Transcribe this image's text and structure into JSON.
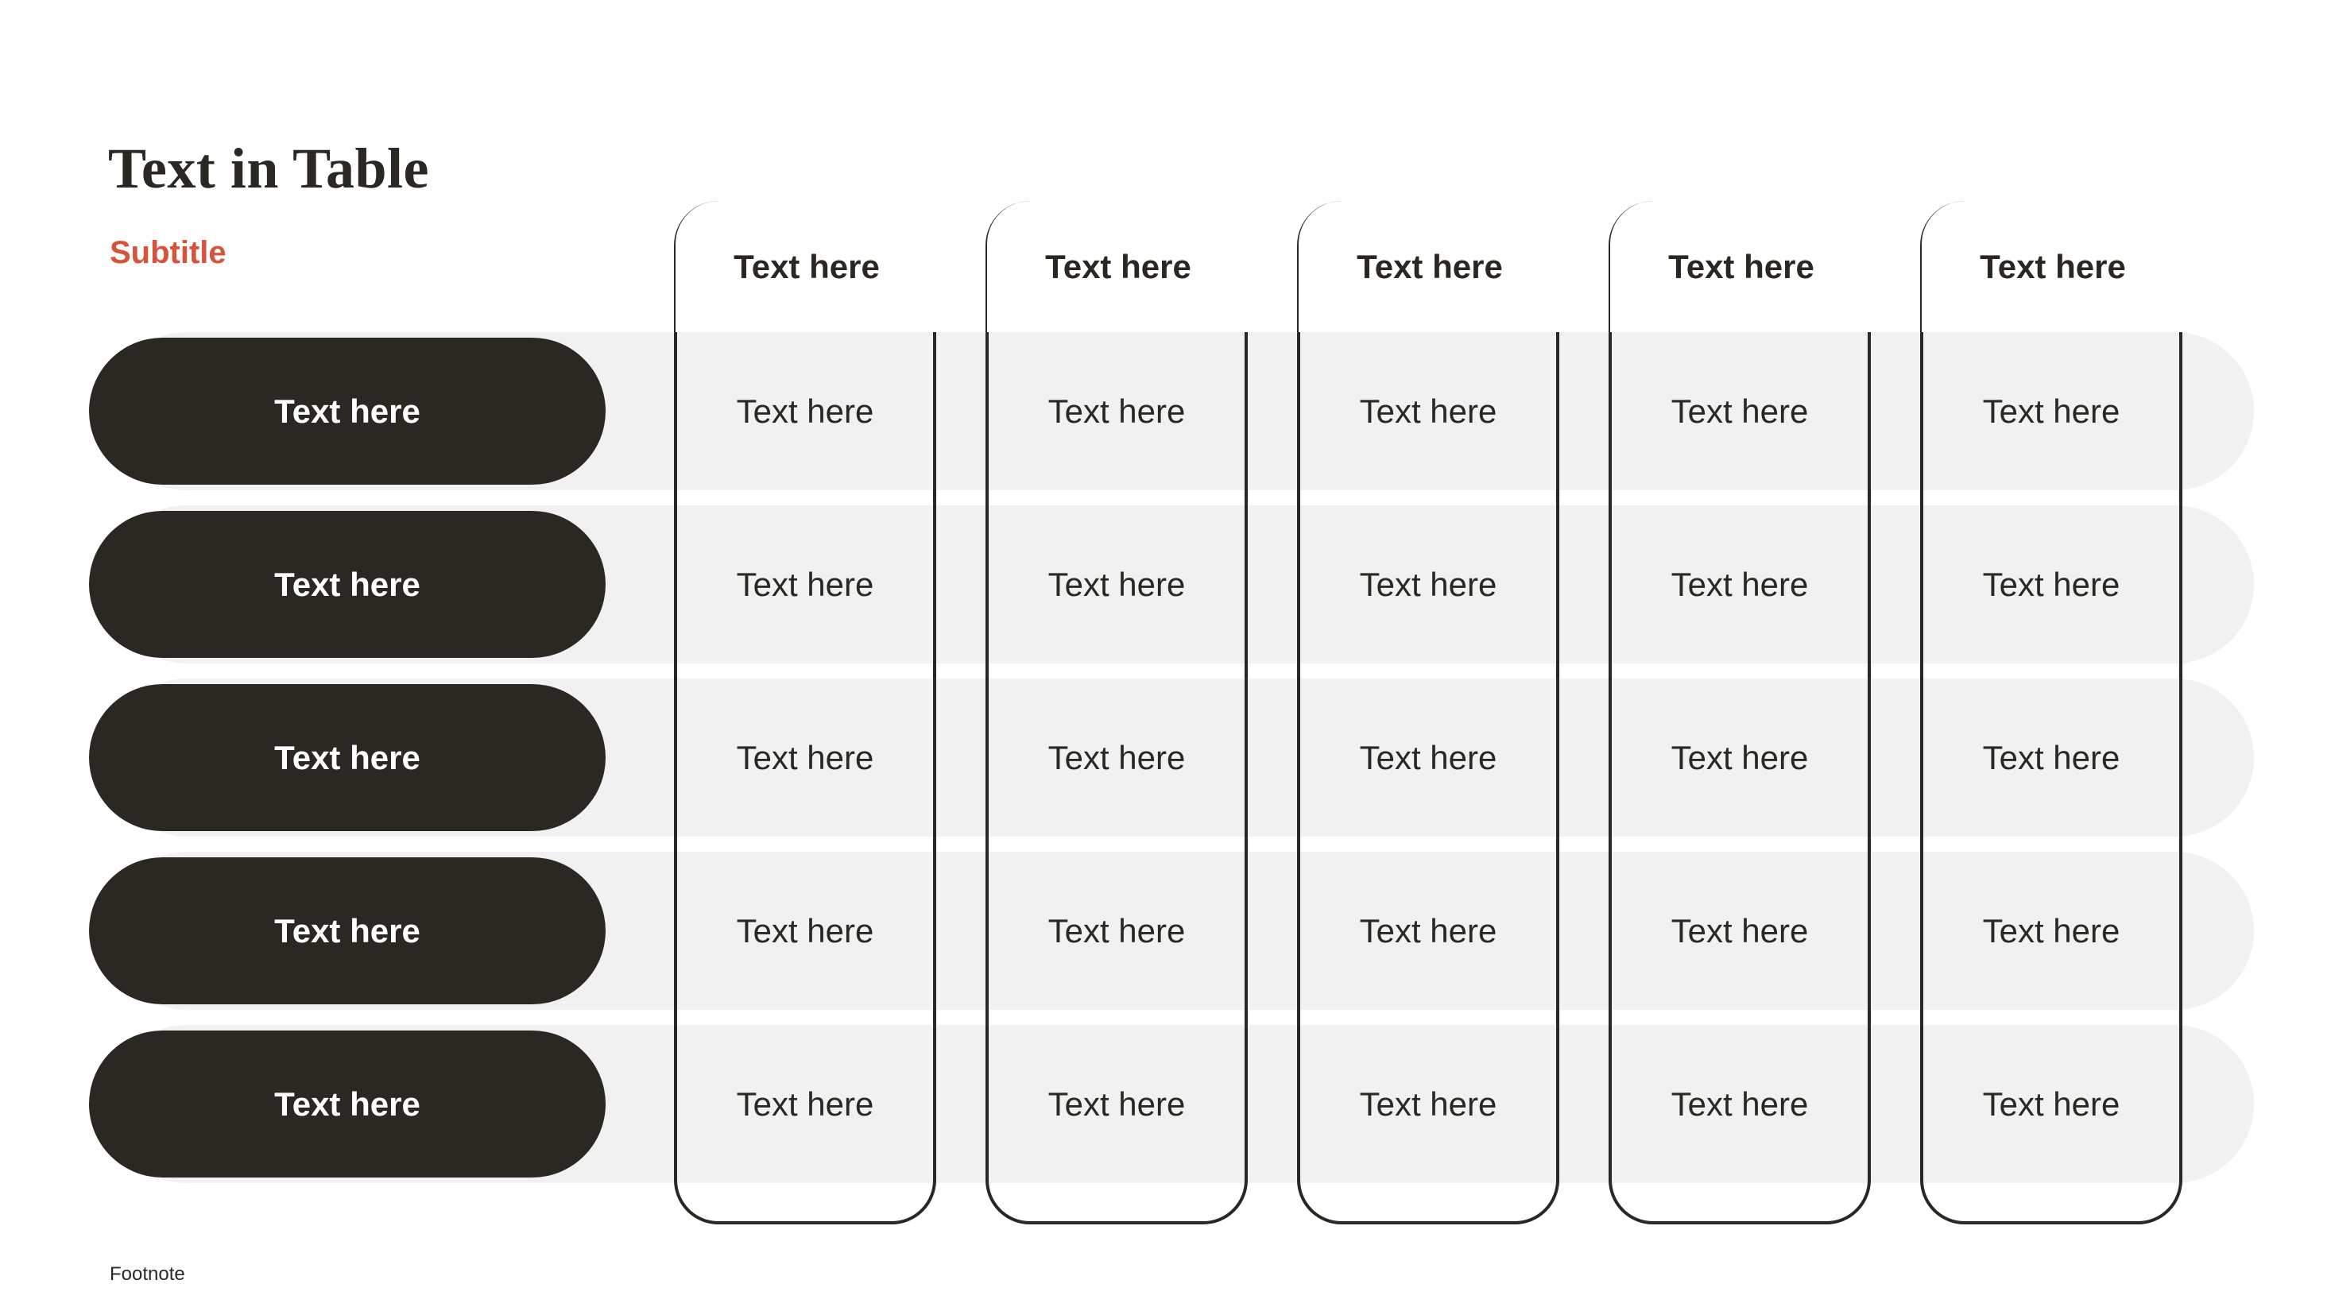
{
  "slide": {
    "title": "Text in Table",
    "subtitle": "Subtitle",
    "footnote": "Footnote",
    "background_color": "#FFFFFF"
  },
  "colors": {
    "accent": "#D5543B",
    "dark": "#2B2823",
    "stripe": "#F1F1F1",
    "card_border": "#2B2823",
    "on_dark_text": "#FFFFFF"
  },
  "table": {
    "row_labels": [
      {
        "label": "Text here"
      },
      {
        "label": "Text here"
      },
      {
        "label": "Text here"
      },
      {
        "label": "Text here"
      },
      {
        "label": "Text here"
      }
    ],
    "columns": [
      {
        "header": "Text here"
      },
      {
        "header": "Text here"
      },
      {
        "header": "Text here"
      },
      {
        "header": "Text here"
      },
      {
        "header": "Text here"
      }
    ],
    "cells": [
      [
        "Text here",
        "Text here",
        "Text here",
        "Text here",
        "Text here"
      ],
      [
        "Text here",
        "Text here",
        "Text here",
        "Text here",
        "Text here"
      ],
      [
        "Text here",
        "Text here",
        "Text here",
        "Text here",
        "Text here"
      ],
      [
        "Text here",
        "Text here",
        "Text here",
        "Text here",
        "Text here"
      ],
      [
        "Text here",
        "Text here",
        "Text here",
        "Text here",
        "Text here"
      ]
    ]
  },
  "layout": {
    "stripe_tops": [
      418,
      636,
      854,
      1072,
      1290
    ],
    "pill_tops": [
      425,
      643,
      861,
      1079,
      1297
    ],
    "column_lefts": [
      848,
      1240,
      1632,
      2024,
      2416
    ]
  }
}
